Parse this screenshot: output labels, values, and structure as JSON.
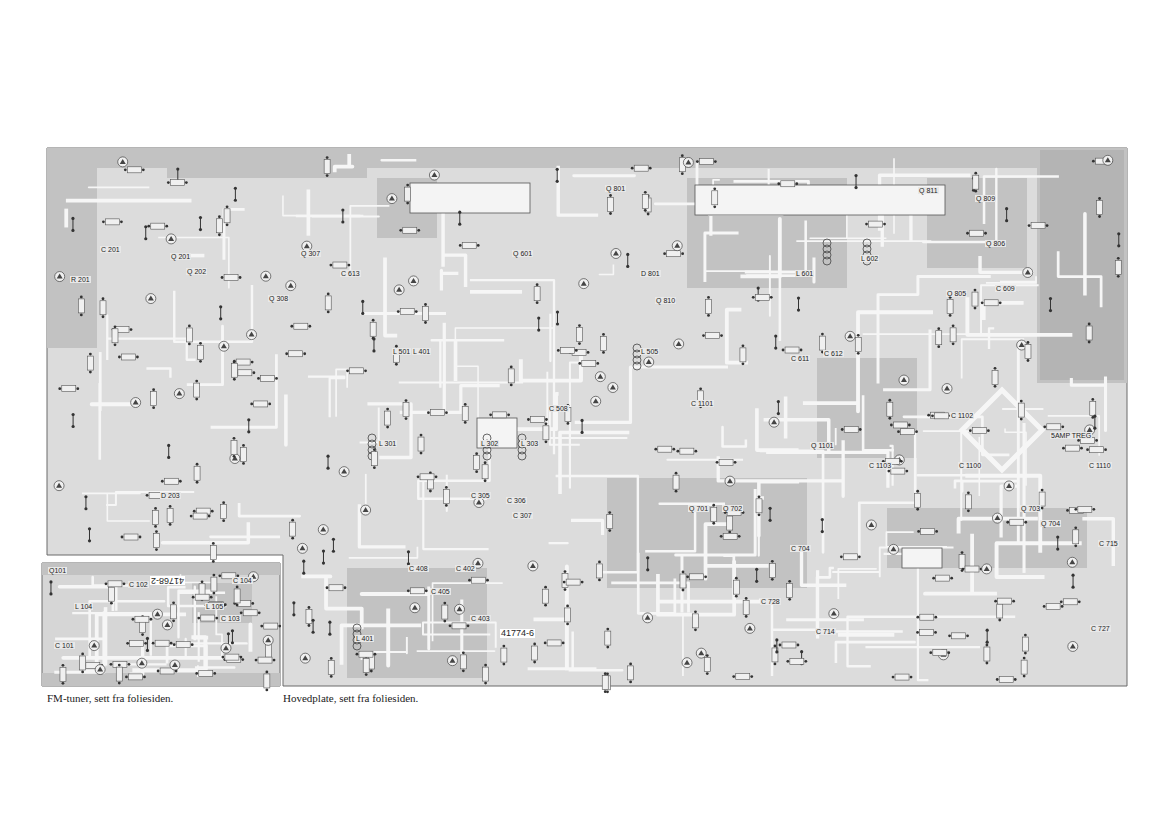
{
  "diagram": {
    "nodes": [
      {
        "text": [
          "FM-tuner, sett fra foliesiden."
        ]
      },
      {
        "text": [
          "Hovedplate, sett fra foliesiden."
        ]
      }
    ],
    "labels": [
      "41768-2",
      "41774-6",
      "Q101",
      "L 104",
      "C 102",
      "L 105",
      "C 104",
      "C 103",
      "C 101",
      "C 201",
      "R 201",
      "Q 201",
      "Q 202",
      "D 203",
      "Q 307",
      "Q 308",
      "L 501",
      "L 401",
      "L 301",
      "L 302",
      "L 303",
      "C 305",
      "C 306",
      "C 307",
      "C 408",
      "C 402",
      "C 405",
      "C 403",
      "Q 601",
      "C 613",
      "L 505",
      "C 508",
      "Q 801",
      "Q 810",
      "D 801",
      "L 601",
      "C 611",
      "C 612",
      "L 602",
      "Q 811",
      "Q 809",
      "Q 806",
      "Q 805",
      "C 609",
      "C 1101",
      "Q 1101",
      "C 1103",
      "C 1102",
      "C 1100",
      "5AMP TREG",
      "C 1110",
      "Q 701",
      "Q 702",
      "C 704",
      "C 728",
      "C 714",
      "Q 703",
      "Q 704",
      "C 727",
      "C 715",
      "L 401"
    ]
  }
}
